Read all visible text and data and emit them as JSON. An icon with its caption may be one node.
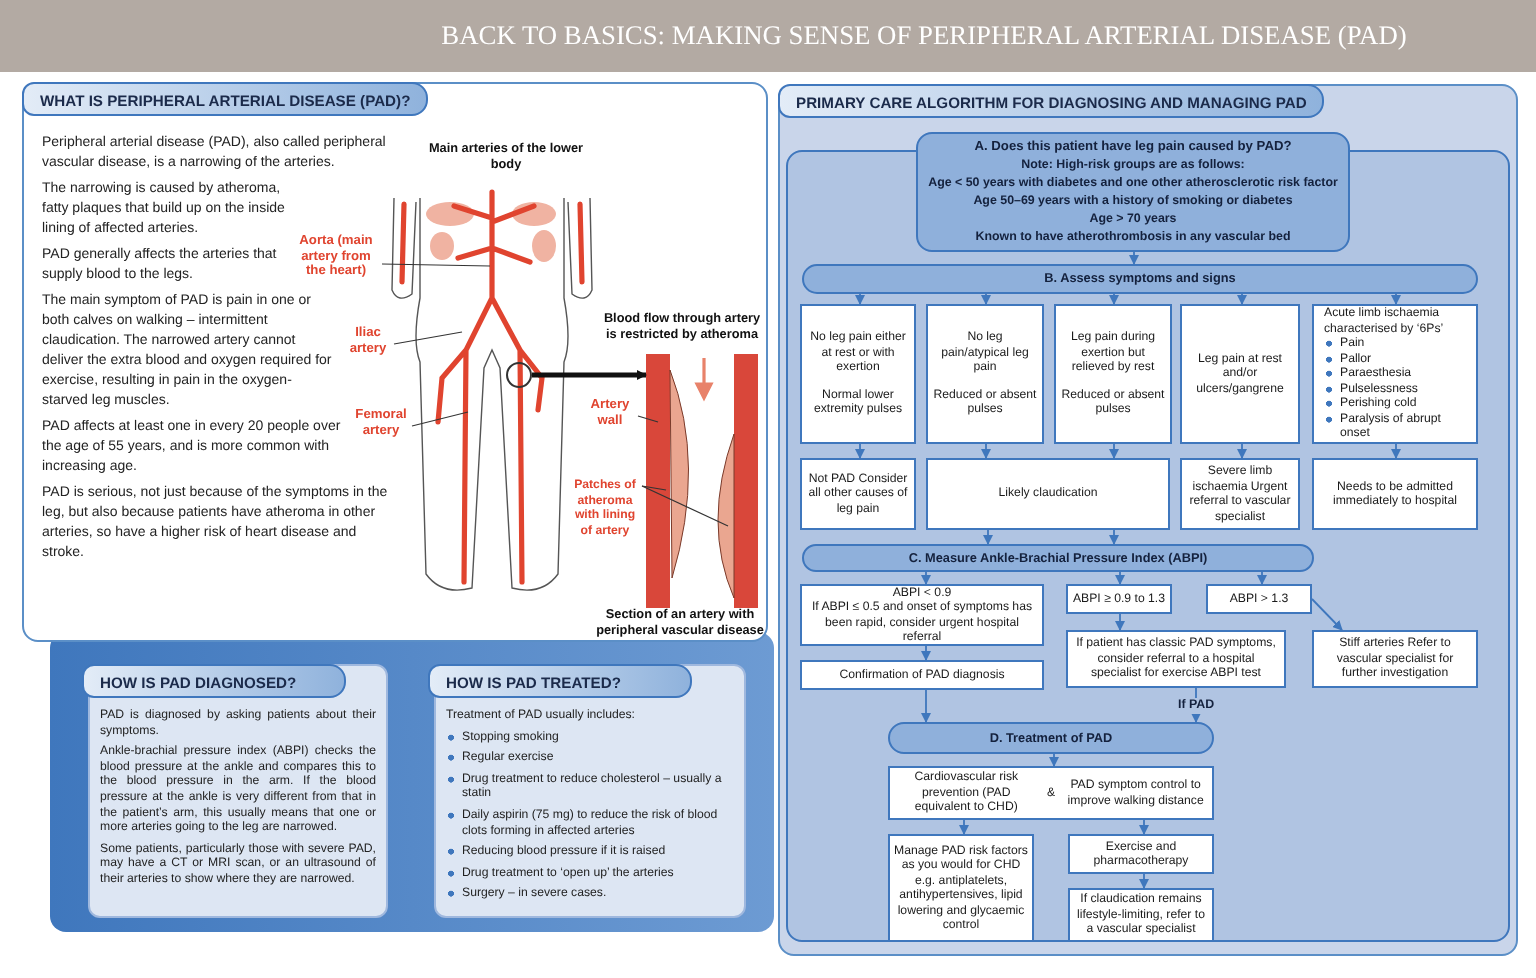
{
  "diagram": {
    "title": "BACK TO BASICS: MAKING SENSE OF PERIPHERAL ARTERIAL DISEASE (PAD)",
    "nodes": [
      {
        "text": [
          "WHAT IS PERIPHERAL ARTERIAL DISEASE (PAD)?",
          "Peripheral arterial disease (PAD), also called peripheral vascular disease, is a narrowing of the arteries.",
          "The narrowing is caused by atheroma, fatty plaques that build up on the inside lining of affected arteries.",
          "PAD generally affects the arteries that supply blood to the legs.",
          "The main symptom of PAD is pain in one or both calves on walking – intermittent claudication. The narrowed artery cannot deliver the extra blood and oxygen required for exercise, resulting in pain in the oxygen-starved leg muscles.",
          "PAD affects at least one in every 20 people over the age of 55 years, and is more common with increasing age.",
          "PAD is serious, not just because of the symptoms in the leg, but also because patients have atheroma in other arteries, so have a higher risk of heart disease and stroke."
        ]
      },
      {
        "text": [
          "Aorta (main artery from the heart)"
        ],
        "in": 0
      },
      {
        "text": [
          "Iliac artery"
        ],
        "in": 0
      },
      {
        "text": [
          "Femoral artery"
        ],
        "in": 0
      },
      {
        "text": [],
        "shape": "circle",
        "in": 0
      },
      {
        "text": [],
        "shape": "picture",
        "in": 0,
        "beside": [
          "Blood flow through artery is restricted by atheroma",
          "Section of an artery with peripheral vascular disease"
        ]
      },
      {
        "text": [
          "Artery wall"
        ],
        "in": 0
      },
      {
        "text": [
          "Patches of atheroma with lining of artery"
        ],
        "in": 0
      },
      {
        "text": [
          "HOW IS PAD DIAGNOSED?",
          "PAD is diagnosed by asking patients about their symptoms.",
          "Ankle-brachial pressure index (ABPI) checks the blood pressure at the ankle and compares this to the blood pressure in the arm. If the blood pressure at the ankle is very different from that in the patient’s arm, this usually means that one or more arteries going to the leg are narrowed.",
          "Some patients, particularly those with severe PAD, may have a CT or MRI scan, or an ultrasound of their arteries to show where they are narrowed."
        ]
      },
      {
        "text": [
          "HOW IS PAD TREATED?",
          "Treatment of PAD usually includes:",
          "Stopping smoking",
          "Regular exercise",
          "Drug treatment to reduce cholesterol – usually a statin",
          "Daily aspirin (75 mg) to reduce the risk of blood clots forming in affected arteries",
          "Reducing blood pressure if it is raised",
          "Drug treatment to ‘open up’ the arteries",
          "Surgery – in severe cases."
        ]
      },
      {
        "text": [
          "PRIMARY CARE ALGORITHM FOR DIAGNOSING AND MANAGING PAD"
        ]
      },
      {
        "text": [
          "A. Does this patient have leg pain caused by PAD?",
          "Note: High-risk groups are as follows:",
          "Age < 50 years with diabetes and one other atherosclerotic risk factor",
          "Age 50–69 years with a history of smoking or diabetes",
          "Age > 70 years",
          "Known to have atherothrombosis in any vascular bed"
        ],
        "in": 10
      },
      {
        "text": [
          "B. Assess symptoms and signs"
        ],
        "in": 10
      },
      {
        "text": [
          "No leg pain either at rest or with exertion",
          "Normal lower extremity pulses"
        ],
        "in": 10
      },
      {
        "text": [
          "No leg pain/atypical leg pain",
          "Reduced or absent pulses"
        ],
        "in": 10
      },
      {
        "text": [
          "Leg pain during exertion but relieved by rest",
          "Reduced or absent pulses"
        ],
        "in": 10
      },
      {
        "text": [
          "Leg pain at rest and/or ulcers/gangrene"
        ],
        "in": 10
      },
      {
        "text": [
          "Acute limb ischaemia characterised by ‘6Ps’",
          "Pain",
          "Pallor",
          "Paraesthesia",
          "Pulselessness",
          "Perishing cold",
          "Paralysis of abrupt onset"
        ],
        "in": 10
      },
      {
        "text": [
          "Not PAD Consider all other causes of leg pain"
        ],
        "in": 10
      },
      {
        "text": [
          "Likely claudication"
        ],
        "in": 10
      },
      {
        "text": [
          "Severe limb ischaemia Urgent referral to vascular specialist"
        ],
        "in": 10
      },
      {
        "text": [
          "Needs to be admitted immediately to hospital"
        ],
        "in": 10
      },
      {
        "text": [
          "C. Measure Ankle-Brachial Pressure Index (ABPI)"
        ],
        "in": 10
      },
      {
        "text": [
          "ABPI < 0.9",
          "If ABPI ≤ 0.5 and onset of symptoms has been rapid, consider urgent hospital referral"
        ],
        "in": 10
      },
      {
        "text": [
          "ABPI ≥ 0.9 to 1.3"
        ],
        "in": 10
      },
      {
        "text": [
          "ABPI > 1.3"
        ],
        "in": 10
      },
      {
        "text": [
          "Confirmation of PAD diagnosis"
        ],
        "in": 10
      },
      {
        "text": [
          "If patient has classic PAD symptoms, consider referral to a hospital specialist for exercise ABPI test"
        ],
        "in": 10
      },
      {
        "text": [
          "Stiff arteries Refer to vascular specialist for further investigation"
        ],
        "in": 10
      },
      {
        "text": [
          "D. Treatment of PAD"
        ],
        "in": 10
      },
      {
        "text": [
          "Cardiovascular risk prevention (PAD equivalent to CHD)",
          "&",
          "PAD symptom control to improve walking distance"
        ],
        "in": 10
      },
      {
        "text": [
          "Manage PAD risk factors as you would for CHD e.g. antiplatelets, antihypertensives, lipid lowering and glycaemic control"
        ],
        "in": 10
      },
      {
        "text": [
          "Exercise and pharmacotherapy"
        ],
        "in": 10
      },
      {
        "text": [
          "If claudication remains lifestyle-limiting, refer to a vascular specialist"
        ],
        "in": 10
      }
    ],
    "edges": [
      {
        "from": 11,
        "to": 12,
        "arrow": "to"
      },
      {
        "from": 12,
        "to": 13,
        "arrow": "to"
      },
      {
        "from": 12,
        "to": 14,
        "arrow": "to"
      },
      {
        "from": 12,
        "to": 15,
        "arrow": "to"
      },
      {
        "from": 12,
        "to": 16,
        "arrow": "to"
      },
      {
        "from": 12,
        "to": 17,
        "arrow": "to"
      },
      {
        "from": 13,
        "to": 18,
        "arrow": "to"
      },
      {
        "from": 14,
        "to": 19,
        "arrow": "to"
      },
      {
        "from": 15,
        "to": 19,
        "arrow": "to"
      },
      {
        "from": 16,
        "to": 20,
        "arrow": "to"
      },
      {
        "from": 17,
        "to": 21,
        "arrow": "to"
      },
      {
        "from": 19,
        "to": 22,
        "arrow": "to"
      },
      {
        "from": 19,
        "to": 22,
        "arrow": "to"
      },
      {
        "from": 22,
        "to": 23,
        "arrow": "to"
      },
      {
        "from": 22,
        "to": 24,
        "arrow": "to"
      },
      {
        "from": 22,
        "to": 25,
        "arrow": "to"
      },
      {
        "from": 23,
        "to": 26,
        "arrow": "to"
      },
      {
        "from": 24,
        "to": 27,
        "arrow": "to"
      },
      {
        "from": 25,
        "to": 28,
        "arrow": "to"
      },
      {
        "from": 26,
        "to": 29,
        "arrow": "to"
      },
      {
        "from": 27,
        "to": 29,
        "arrow": "to",
        "label": "If PAD"
      },
      {
        "from": 29,
        "to": 30,
        "arrow": "to"
      },
      {
        "from": 30,
        "to": 31,
        "arrow": "to"
      },
      {
        "from": 30,
        "to": 32,
        "arrow": "to"
      },
      {
        "from": 32,
        "to": 33,
        "arrow": "to"
      },
      {
        "from": 1,
        "to": null,
        "arrow": "none",
        "color": "#333333"
      },
      {
        "from": 2,
        "to": null,
        "arrow": "none",
        "color": "#333333"
      },
      {
        "from": 3,
        "to": null,
        "arrow": "none",
        "color": "#333333"
      },
      {
        "from": 4,
        "to": 5,
        "arrow": "to",
        "style": "thick",
        "color": "#111111"
      },
      {
        "from": 6,
        "to": 5,
        "arrow": "none",
        "color": "#333333"
      },
      {
        "from": 7,
        "to": 5,
        "arrow": "none",
        "color": "#333333"
      },
      {
        "from": 7,
        "to": 5,
        "arrow": "none",
        "color": "#333333"
      }
    ],
    "labels": [
      "Main arteries of the lower body"
    ]
  }
}
